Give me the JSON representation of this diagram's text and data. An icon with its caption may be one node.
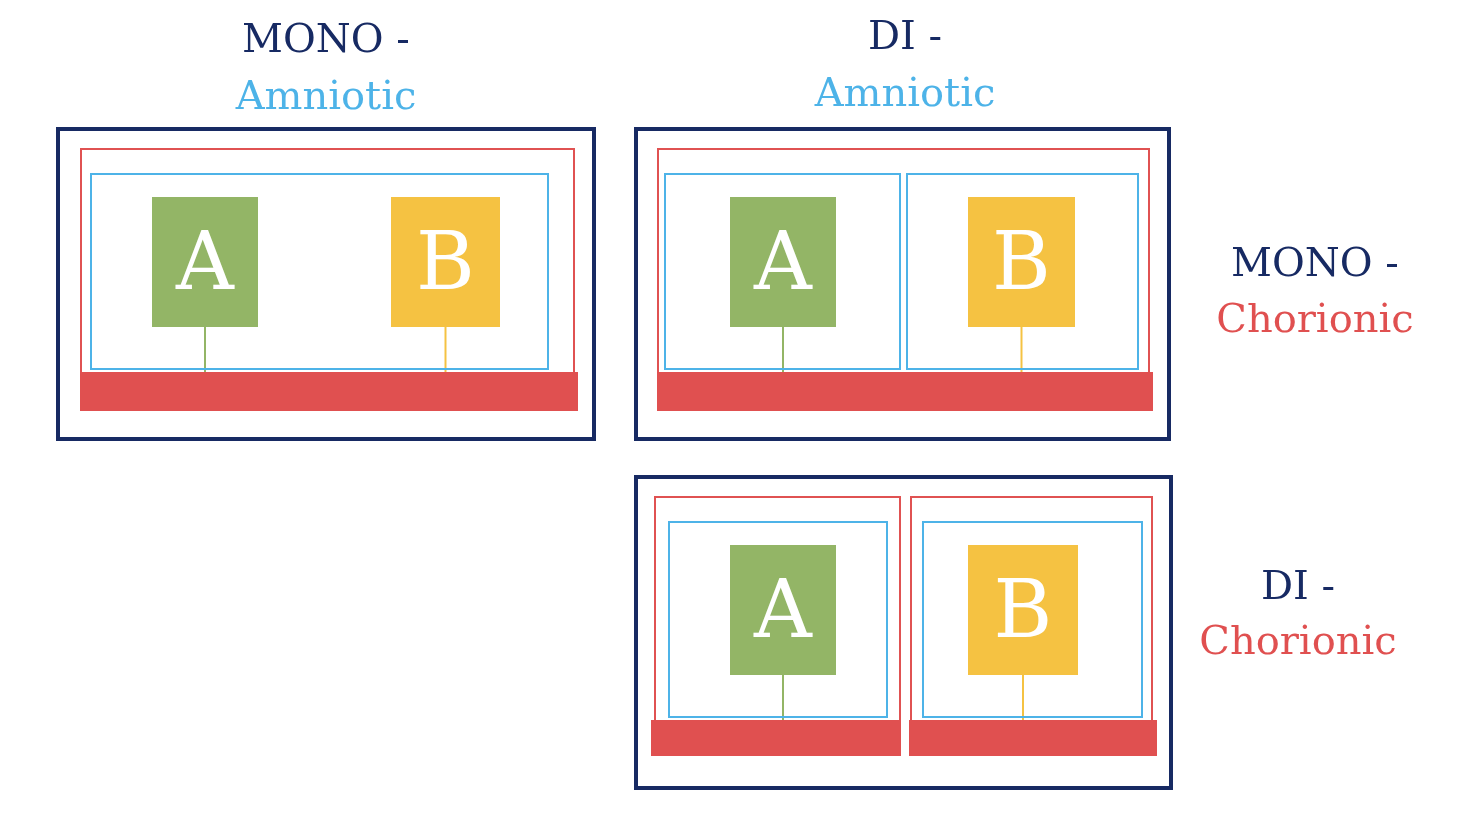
{
  "diagram": {
    "nodes": [
      {
        "text": [],
        "shape": "box"
      },
      {
        "text": [],
        "shape": "box",
        "in": 0
      },
      {
        "text": [],
        "shape": "box",
        "in": 1
      },
      {
        "text": [
          "A"
        ],
        "in": 2
      },
      {
        "text": [
          "B"
        ],
        "in": 2
      },
      {
        "text": [],
        "shape": "bar",
        "in": 1
      },
      {
        "text": [],
        "shape": "box"
      },
      {
        "text": [],
        "shape": "box",
        "in": 6
      },
      {
        "text": [],
        "shape": "box",
        "in": 7
      },
      {
        "text": [],
        "shape": "box",
        "in": 7
      },
      {
        "text": [
          "A"
        ],
        "in": 8
      },
      {
        "text": [
          "B"
        ],
        "in": 9
      },
      {
        "text": [],
        "shape": "bar",
        "in": 7
      },
      {
        "text": [],
        "shape": "box"
      },
      {
        "text": [],
        "shape": "box",
        "in": 13
      },
      {
        "text": [],
        "shape": "box",
        "in": 13
      },
      {
        "text": [],
        "shape": "box",
        "in": 14
      },
      {
        "text": [],
        "shape": "box",
        "in": 15
      },
      {
        "text": [
          "A"
        ],
        "in": 16
      },
      {
        "text": [
          "B"
        ],
        "in": 17
      },
      {
        "text": [],
        "shape": "bar",
        "in": 14
      },
      {
        "text": [],
        "shape": "bar",
        "in": 15
      }
    ],
    "edges": [
      {
        "from": 3,
        "to": 5,
        "arrow": "none",
        "color": "#93b566"
      },
      {
        "from": 4,
        "to": 5,
        "arrow": "none",
        "color": "#f5c242"
      },
      {
        "from": 10,
        "to": 12,
        "arrow": "none",
        "color": "#93b566"
      },
      {
        "from": 11,
        "to": 12,
        "arrow": "none",
        "color": "#f5c242"
      },
      {
        "from": 18,
        "to": 20,
        "arrow": "none",
        "color": "#93b566"
      },
      {
        "from": 19,
        "to": 21,
        "arrow": "none",
        "color": "#f5c242"
      }
    ],
    "labels": [
      "MONO -",
      "Amniotic",
      "DI -",
      "Amniotic",
      "MONO -",
      "Chorionic",
      "DI -",
      "Chorionic"
    ]
  }
}
